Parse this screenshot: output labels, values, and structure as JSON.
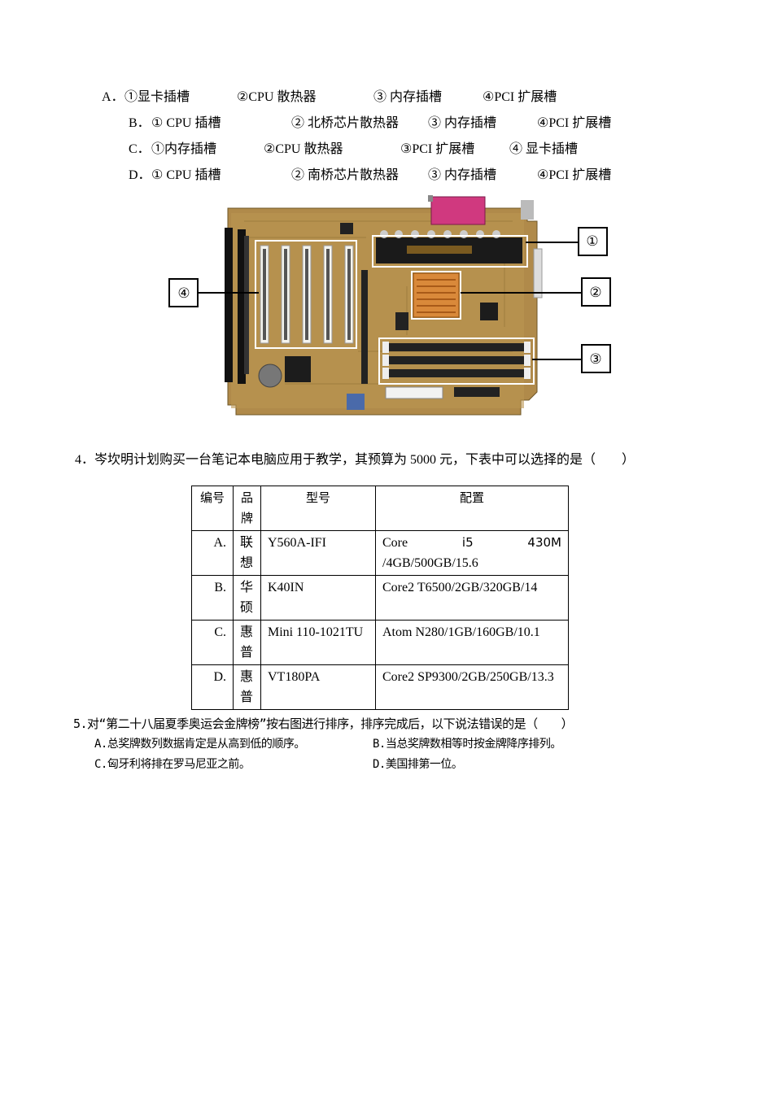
{
  "q3_options": [
    {
      "letter": "A．",
      "items": [
        "①显卡插槽",
        "②CPU 散热器",
        "③ 内存插槽",
        "④PCI 扩展槽"
      ]
    },
    {
      "letter": "B．",
      "items": [
        "① CPU 插槽",
        "② 北桥芯片散热器",
        "③ 内存插槽",
        "④PCI 扩展槽"
      ]
    },
    {
      "letter": "C．",
      "items": [
        "①内存插槽",
        "②CPU 散热器",
        "③PCI 扩展槽",
        "④ 显卡插槽"
      ]
    },
    {
      "letter": "D．",
      "items": [
        "① CPU 插槽",
        "② 南桥芯片散热器",
        "③ 内存插槽",
        "④PCI 扩展槽"
      ]
    }
  ],
  "figure": {
    "callouts": [
      "①",
      "②",
      "③",
      "④"
    ]
  },
  "q4": {
    "text": "4．岑坎明计划购买一台笔记本电脑应用于教学，其预算为 5000 元，下表中可以选择的是（　　）",
    "headers": [
      "编号",
      "品牌",
      "型号",
      "配置"
    ],
    "rows": [
      {
        "no": "A.",
        "brand": "联想",
        "model": "Y560A-IFI",
        "cfg1": [
          "Core",
          "i5",
          "430M"
        ],
        "cfg2": "/4GB/500GB/15.6"
      },
      {
        "no": "B.",
        "brand": "华硕",
        "model": "K40IN",
        "cfg1": [
          "Core2 T6500/2GB/320GB/14"
        ],
        "cfg2": ""
      },
      {
        "no": "C.",
        "brand": "惠普",
        "model": "Mini 110-1021TU",
        "cfg1": [
          "Atom N280/1GB/160GB/10.1"
        ],
        "cfg2": ""
      },
      {
        "no": "D.",
        "brand": "惠普",
        "model": "VT180PA",
        "cfg1": [
          "Core2 SP9300/2GB/250GB/13.3"
        ],
        "cfg2": ""
      }
    ]
  },
  "q5": {
    "text": "5.对“第二十八届夏季奥运会金牌榜”按右图进行排序，排序完成后，以下说法错误的是（　　）",
    "options": [
      "A.总奖牌数列数据肯定是从高到低的顺序。",
      "B.当总奖牌数相等时按金牌降序排列。",
      "C.匈牙利将排在罗马尼亚之前。",
      "D.美国排第一位。"
    ]
  }
}
